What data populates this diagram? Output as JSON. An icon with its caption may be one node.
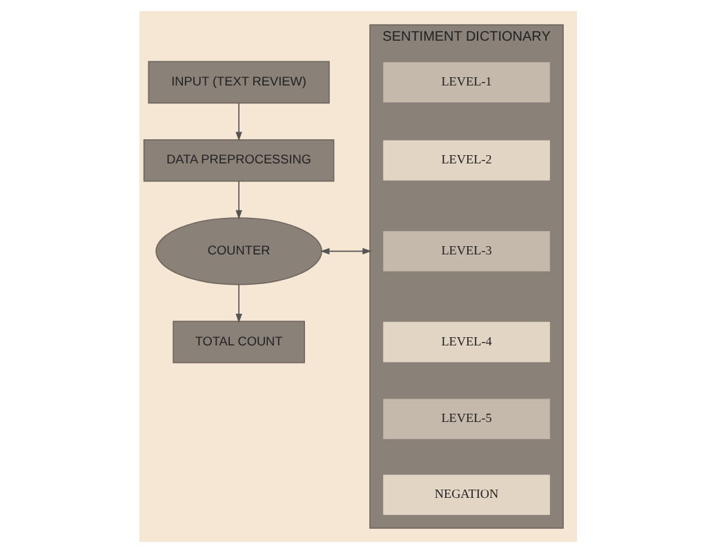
{
  "diagram": {
    "nodes": [
      {
        "text": [
          "INPUT (TEXT REVIEW)"
        ]
      },
      {
        "text": [
          "DATA PREPROCESSING"
        ]
      },
      {
        "text": [
          "SENTIMENT DICTIONARY"
        ]
      },
      {
        "text": [
          "LEVEL-1"
        ],
        "in": 2
      },
      {
        "text": [
          "LEVEL-2"
        ],
        "in": 2
      },
      {
        "text": [
          "LEVEL-3"
        ],
        "in": 2
      },
      {
        "text": [
          "LEVEL-4"
        ],
        "in": 2
      },
      {
        "text": [
          "LEVEL-5"
        ],
        "in": 2
      },
      {
        "text": [
          "NEGATION"
        ],
        "in": 2
      },
      {
        "text": [
          "COUNTER"
        ]
      },
      {
        "text": [
          "TOTAL COUNT"
        ]
      }
    ],
    "edges": [
      {
        "from": 0,
        "to": 1,
        "arrow": "to"
      },
      {
        "from": 1,
        "to": 9,
        "arrow": "to"
      },
      {
        "from": 2,
        "to": 9,
        "arrow": "both"
      },
      {
        "from": 9,
        "to": 10,
        "arrow": "to"
      }
    ]
  }
}
